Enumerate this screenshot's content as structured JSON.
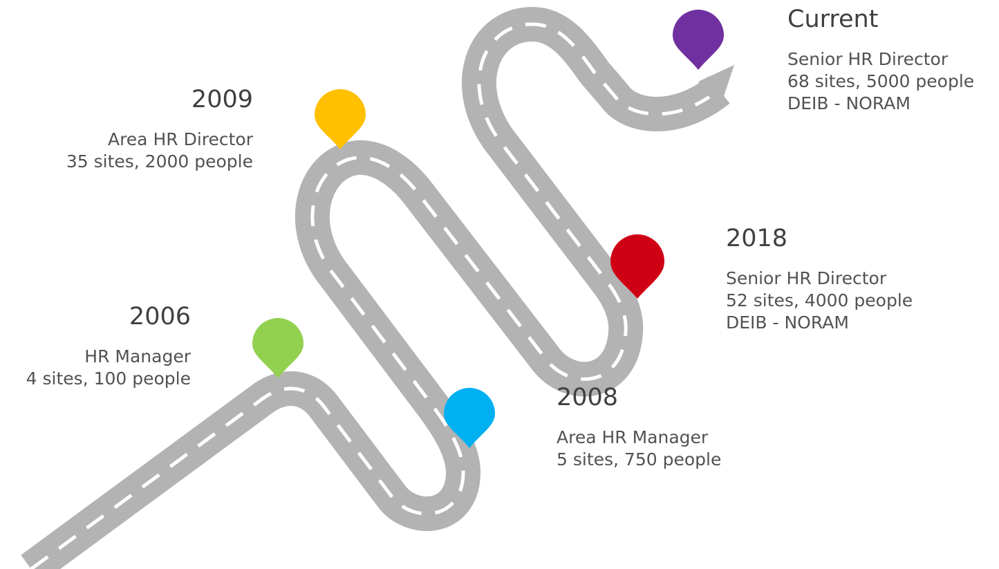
{
  "milestones": [
    {
      "id": "2006",
      "year": "2006",
      "lines": [
        "HR Manager",
        "4 sites, 100 people"
      ],
      "pin_color": "#92D050"
    },
    {
      "id": "2008",
      "year": "2008",
      "lines": [
        "Area HR Manager",
        "5 sites, 750 people"
      ],
      "pin_color": "#00B0F0"
    },
    {
      "id": "2009",
      "year": "2009",
      "lines": [
        "Area HR Director",
        "35 sites, 2000 people"
      ],
      "pin_color": "#FFC000"
    },
    {
      "id": "2018",
      "year": "2018",
      "lines": [
        "Senior HR Director",
        "52 sites, 4000 people",
        "DEIB - NORAM"
      ],
      "pin_color": "#D00014"
    },
    {
      "id": "current",
      "year": "Current",
      "lines": [
        "Senior HR Director",
        "68 sites, 5000 people",
        "DEIB - NORAM"
      ],
      "pin_color": "#7030A0"
    }
  ],
  "colors": {
    "road": "#B3B3B3",
    "dash": "#FFFFFF",
    "text": "#4A4A4A"
  }
}
